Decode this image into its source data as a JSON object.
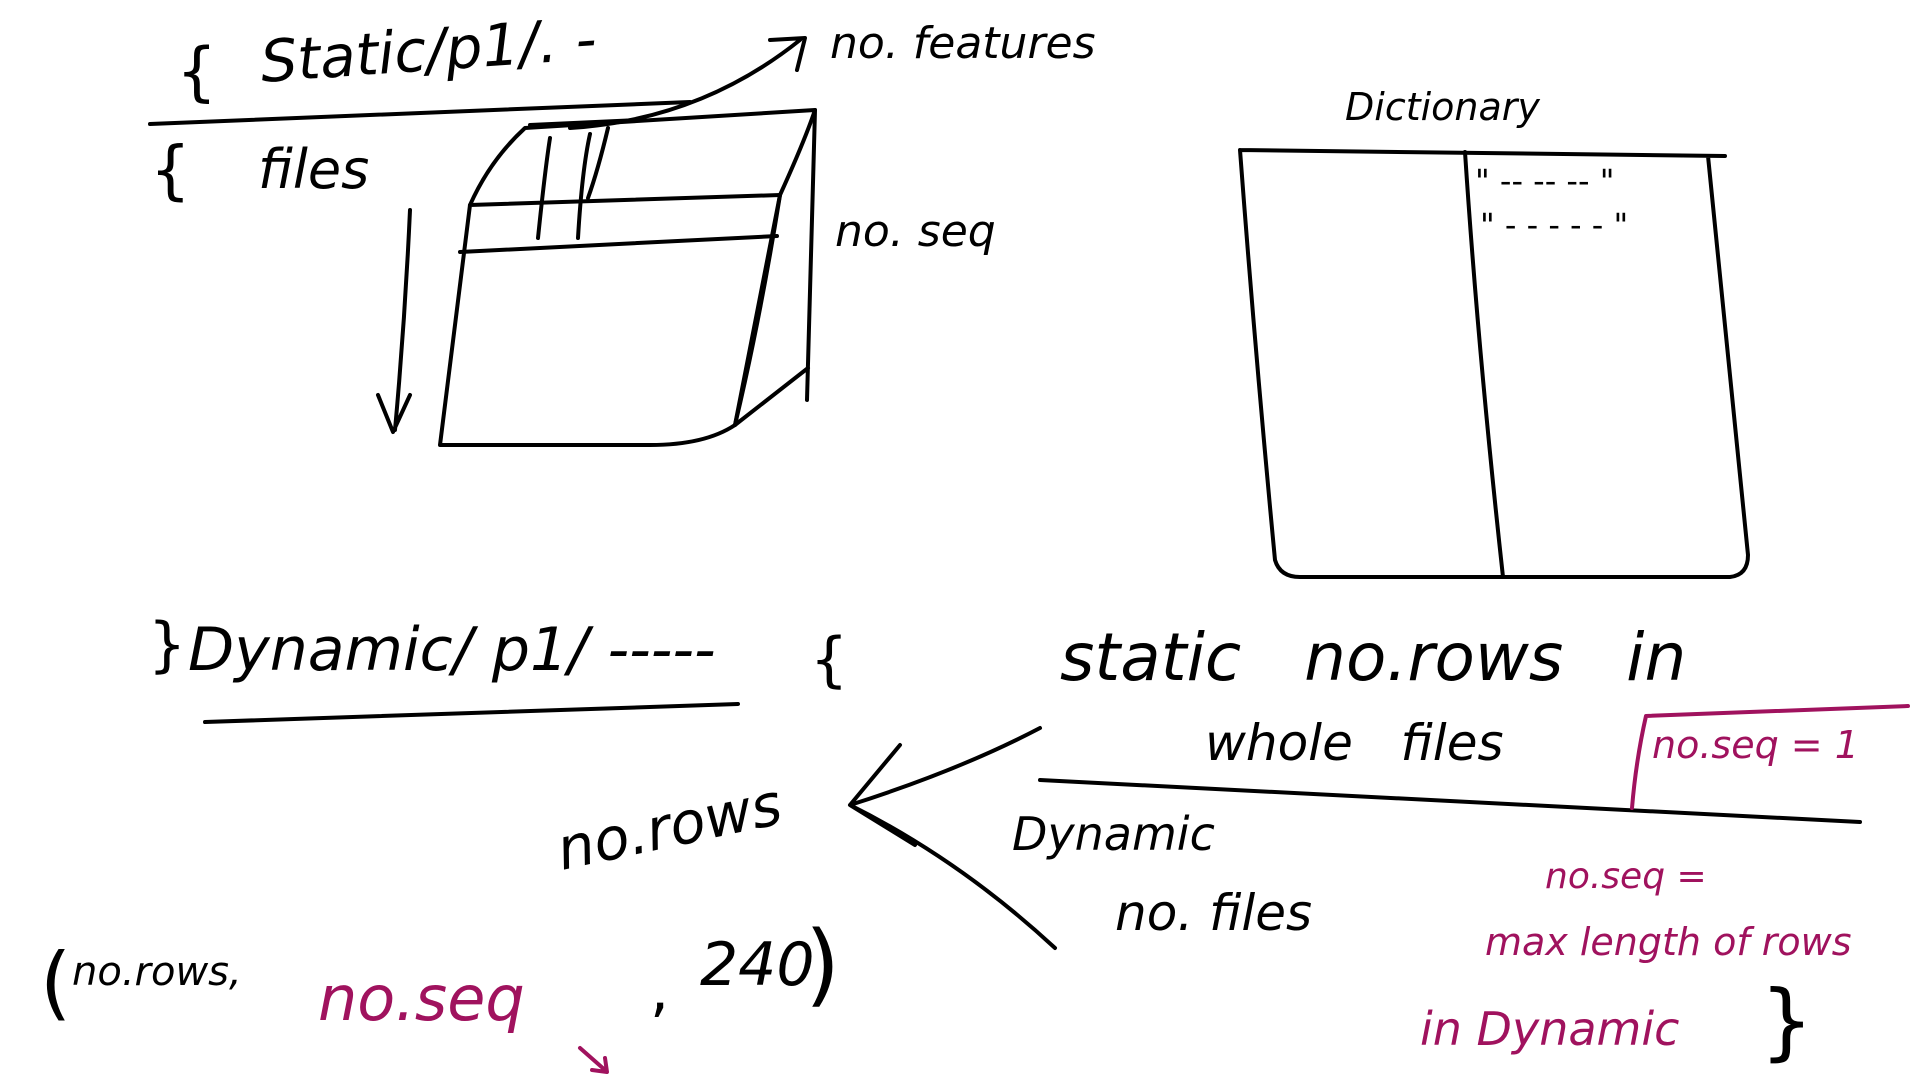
{
  "colors": {
    "ink": "#000000",
    "magenta": "#a0125e",
    "background": "#ffffff"
  },
  "top_left": {
    "brace_open": "}",
    "path_label": "Static/p1/. -",
    "brace_close": "{",
    "files_label": "files",
    "features_label": "no. features",
    "seq_label": "no. seq"
  },
  "dictionary": {
    "title": "Dictionary",
    "entry_1": "\" -- -- -- \"",
    "entry_2": "\" - - - - - \""
  },
  "dynamic_path": {
    "brace_open": "}",
    "path_label": "Dynamic/ p1/ -----",
    "brace_close": "{"
  },
  "middle": {
    "rows_label": "no.rows"
  },
  "shape": {
    "open_paren": "(",
    "rows_part": "no.rows,",
    "seq_part": "no.seq",
    "comma": ",",
    "features_part": "240",
    "close_paren": ")"
  },
  "static_note": {
    "line_1": "static   no.rows   in",
    "line_2": "whole   files",
    "boxed_note": "no.seq = 1"
  },
  "dynamic_note": {
    "line_1": "Dynamic",
    "line_2": "no. files"
  },
  "magenta_note": {
    "line_1": "no.seq =",
    "line_2": "max length of rows",
    "line_3": "in Dynamic",
    "brace": "}"
  }
}
